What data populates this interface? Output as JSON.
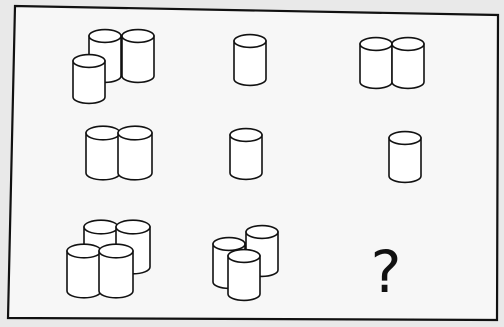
{
  "puzzle": {
    "rows": [
      {
        "cells": [
          {
            "cylinder_count": 3
          },
          {
            "cylinder_count": 1
          },
          {
            "cylinder_count": 2
          }
        ]
      },
      {
        "cells": [
          {
            "cylinder_count": 2
          },
          {
            "cylinder_count": 1
          },
          {
            "cylinder_count": 1
          }
        ]
      },
      {
        "cells": [
          {
            "cylinder_count": 4
          },
          {
            "cylinder_count": 3
          },
          {
            "missing": true,
            "label": "?"
          }
        ]
      }
    ]
  },
  "style": {
    "paper": "#f7f7f7",
    "ink": "#111111",
    "fill": "#ffffff"
  }
}
